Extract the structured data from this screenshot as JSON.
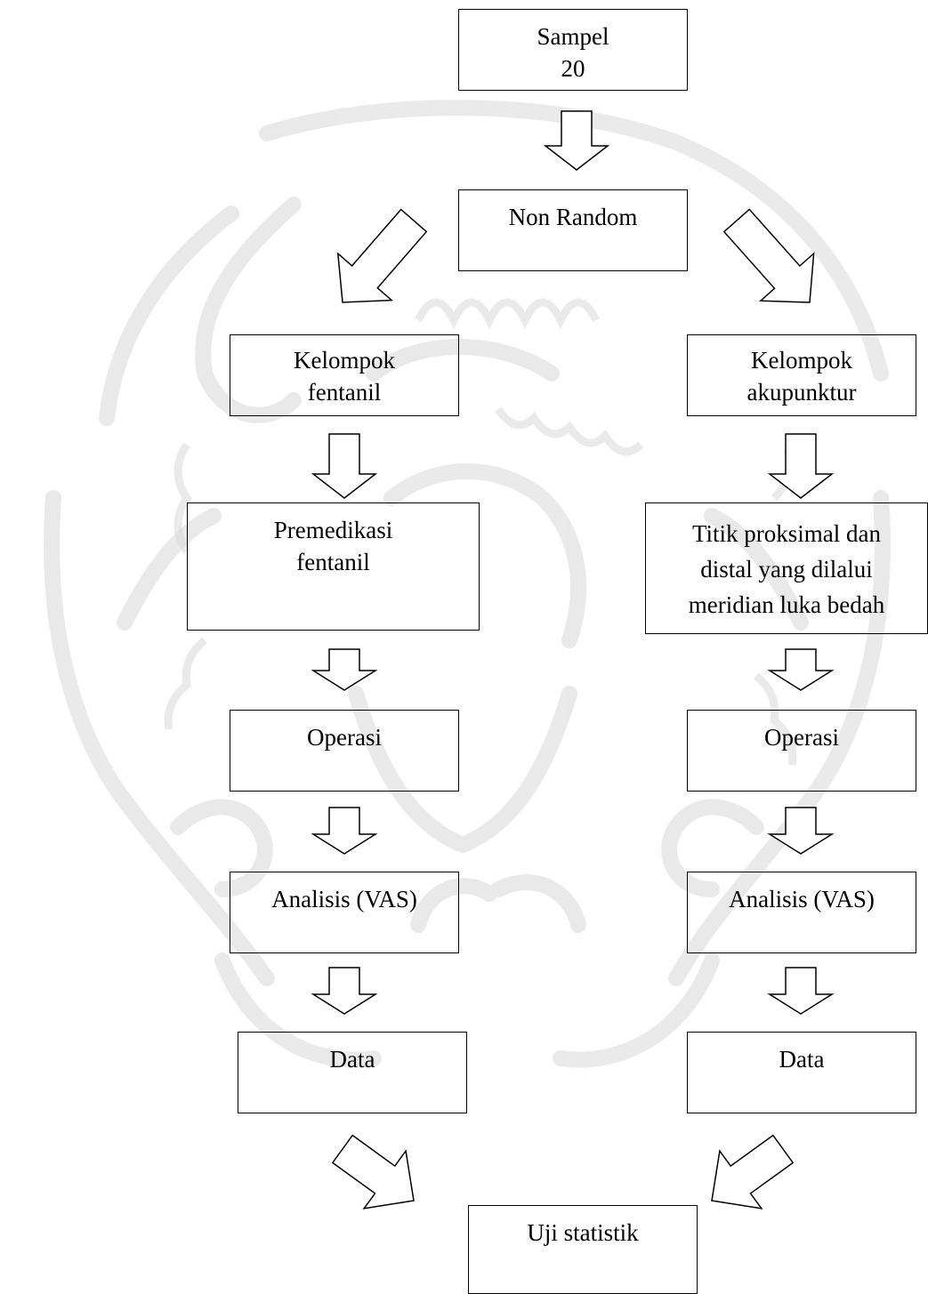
{
  "nodes": {
    "sample": "Sampel\n20",
    "non_random": "Non Random",
    "group_fentanyl": "Kelompok\nfentanil",
    "group_acupuncture": "Kelompok\nakupunktur",
    "premed_fentanyl": "Premedikasi\nfentanil",
    "acupuncture_points": "Titik proksimal dan\ndistal yang dilalui\nmeridian luka bedah",
    "operation_left": "Operasi",
    "operation_right": "Operasi",
    "analysis_left": "Analisis (VAS)",
    "analysis_right": "Analisis (VAS)",
    "data_left": "Data",
    "data_right": "Data",
    "stat_test": "Uji statistik"
  },
  "colors": {
    "line": "#000000",
    "fill": "#ffffff",
    "watermark": "#d6d6d6"
  }
}
